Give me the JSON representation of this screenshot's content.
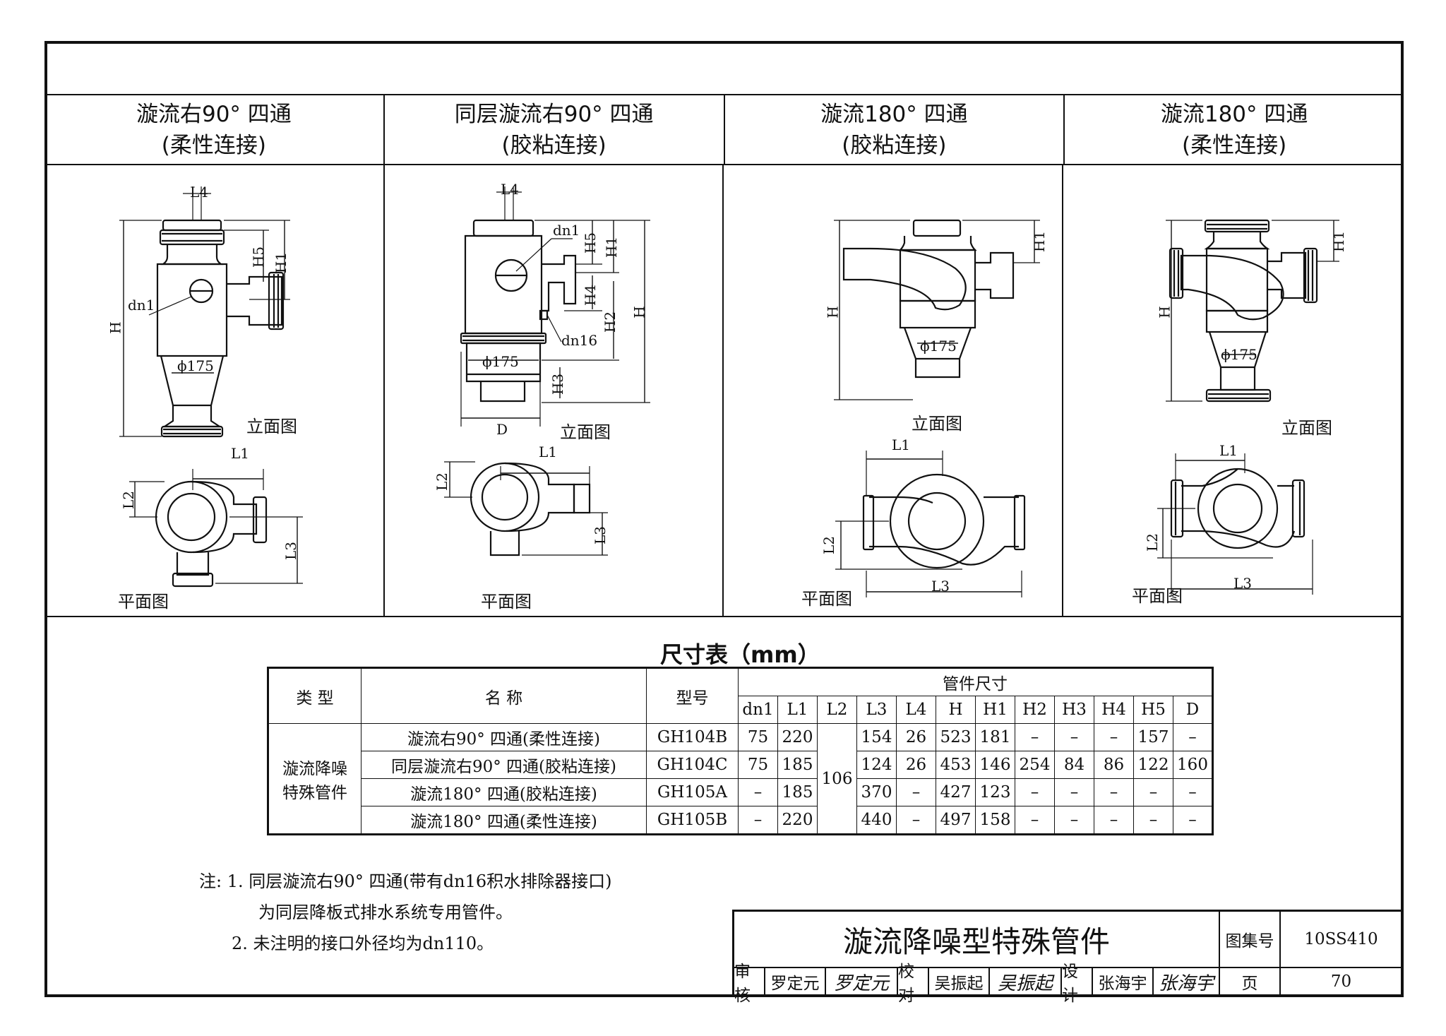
{
  "columns": [
    {
      "line1": "漩流右90° 四通",
      "line2": "(柔性连接)"
    },
    {
      "line1": "同层漩流右90° 四通",
      "line2": "(胶粘连接)"
    },
    {
      "line1": "漩流180° 四通",
      "line2": "(胶粘连接)"
    },
    {
      "line1": "漩流180° 四通",
      "line2": "(柔性连接)"
    }
  ],
  "drawings": {
    "elevation_label": "立面图",
    "plan_label": "平面图",
    "dims": {
      "L1": "L1",
      "L2": "L2",
      "L3": "L3",
      "L4": "L4",
      "H": "H",
      "H1": "H1",
      "H2": "H2",
      "H3": "H3",
      "H4": "H4",
      "H5": "H5",
      "D": "D",
      "dn1": "dn1",
      "dn16": "dn16",
      "phi175": "ϕ175"
    }
  },
  "table": {
    "title": "尺寸表（mm）",
    "header": {
      "type": "类 型",
      "name": "名 称",
      "model": "型号",
      "group": "管件尺寸"
    },
    "cols": [
      "dn1",
      "L1",
      "L2",
      "L3",
      "L4",
      "H",
      "H1",
      "H2",
      "H3",
      "H4",
      "H5",
      "D"
    ],
    "type_label_line1": "漩流降噪",
    "type_label_line2": "特殊管件",
    "l2_shared": "106",
    "rows": [
      {
        "name": "漩流右90° 四通(柔性连接)",
        "model": "GH104B",
        "dn1": "75",
        "L1": "220",
        "L3": "154",
        "L4": "26",
        "H": "523",
        "H1": "181",
        "H2": "–",
        "H3": "–",
        "H4": "–",
        "H5": "157",
        "D": "–"
      },
      {
        "name": "同层漩流右90° 四通(胶粘连接)",
        "model": "GH104C",
        "dn1": "75",
        "L1": "185",
        "L3": "124",
        "L4": "26",
        "H": "453",
        "H1": "146",
        "H2": "254",
        "H3": "84",
        "H4": "86",
        "H5": "122",
        "D": "160"
      },
      {
        "name": "漩流180° 四通(胶粘连接)",
        "model": "GH105A",
        "dn1": "–",
        "L1": "185",
        "L3": "370",
        "L4": "–",
        "H": "427",
        "H1": "123",
        "H2": "–",
        "H3": "–",
        "H4": "–",
        "H5": "–",
        "D": "–"
      },
      {
        "name": "漩流180° 四通(柔性连接)",
        "model": "GH105B",
        "dn1": "–",
        "L1": "220",
        "L3": "440",
        "L4": "–",
        "H": "497",
        "H1": "158",
        "H2": "–",
        "H3": "–",
        "H4": "–",
        "H5": "–",
        "D": "–"
      }
    ]
  },
  "notes": {
    "prefix": "注:",
    "n1_num": "1.",
    "n1_line1": "同层漩流右90° 四通(带有dn16积水排除器接口)",
    "n1_line2": "为同层降板式排水系统专用管件。",
    "n2_num": "2.",
    "n2_line1": "未注明的接口外径均为dn110。"
  },
  "title_block": {
    "title": "漩流降噪型特殊管件",
    "atlas_label": "图集号",
    "atlas_no": "10SS410",
    "review_label": "审核",
    "reviewer": "罗定元",
    "reviewer_sig": "罗定元",
    "check_label": "校对",
    "checker": "吴振起",
    "checker_sig": "吴振起",
    "design_label": "设计",
    "designer": "张海宇",
    "designer_sig": "张海宇",
    "page_label": "页",
    "page_no": "70"
  }
}
